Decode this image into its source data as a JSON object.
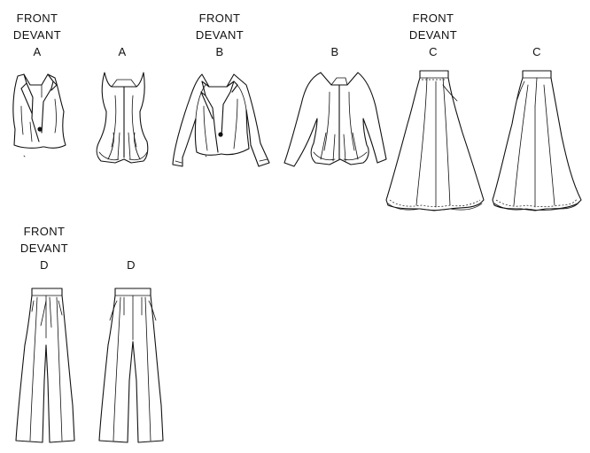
{
  "labels": {
    "a_front": {
      "line1": "FRONT",
      "line2": "DEVANT",
      "view": "A"
    },
    "a_back": {
      "view": "A"
    },
    "b_front": {
      "line1": "FRONT",
      "line2": "DEVANT",
      "view": "B"
    },
    "b_back": {
      "view": "B"
    },
    "c_front": {
      "line1": "FRONT",
      "line2": "DEVANT",
      "view": "C"
    },
    "c_back": {
      "view": "C"
    },
    "d_front": {
      "line1": "FRONT",
      "line2": "DEVANT",
      "view": "D"
    },
    "d_back": {
      "view": "D"
    }
  },
  "colors": {
    "ink": "#111111",
    "paper": "#ffffff"
  }
}
